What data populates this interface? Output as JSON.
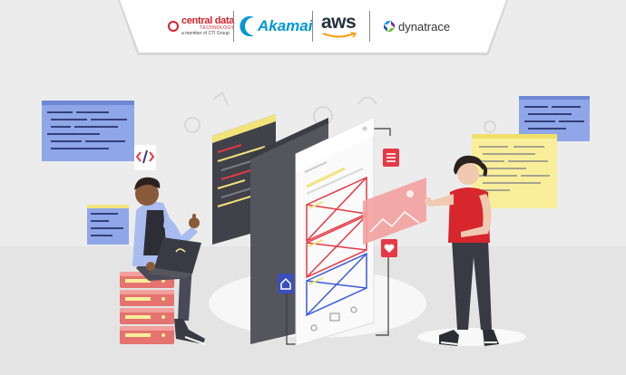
{
  "banner": {
    "logos": {
      "central_data": {
        "name_line1": "central data",
        "name_line2": "TECHNOLOGY",
        "tagline": "a member of CTI Group"
      },
      "akamai": {
        "name": "Akamai"
      },
      "aws": {
        "name": "aws"
      },
      "dynatrace": {
        "name": "dynatrace"
      }
    }
  },
  "colors": {
    "background": "#ececec",
    "accent_red": "#e53945",
    "salmon": "#f4a1a1",
    "dark_panel": "#4a4a52",
    "blue_panel": "#8fa6e8",
    "yellow_panel": "#f9ef9a"
  },
  "icons": [
    "code-icon",
    "menu-icon",
    "home-icon",
    "heart-icon",
    "laptop-icon"
  ]
}
